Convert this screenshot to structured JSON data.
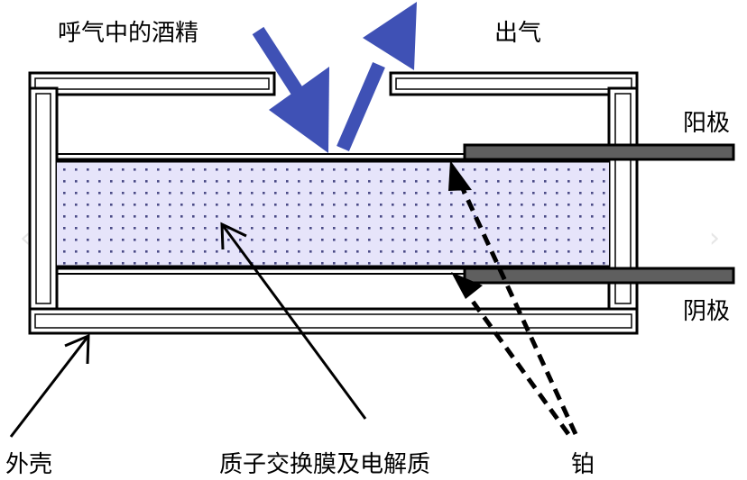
{
  "labels": {
    "breath_alcohol": "呼气中的酒精",
    "gas_out": "出气",
    "anode": "阳极",
    "cathode": "阴极",
    "shell": "外壳",
    "membrane": "质子交换膜及电解质",
    "platinum": "铂"
  },
  "colors": {
    "arrow_blue": "#3f51b5",
    "membrane_fill": "#e6e4fa",
    "dot": "#4a4a86",
    "electrode": "#5f5f5f",
    "outline": "#000000"
  }
}
